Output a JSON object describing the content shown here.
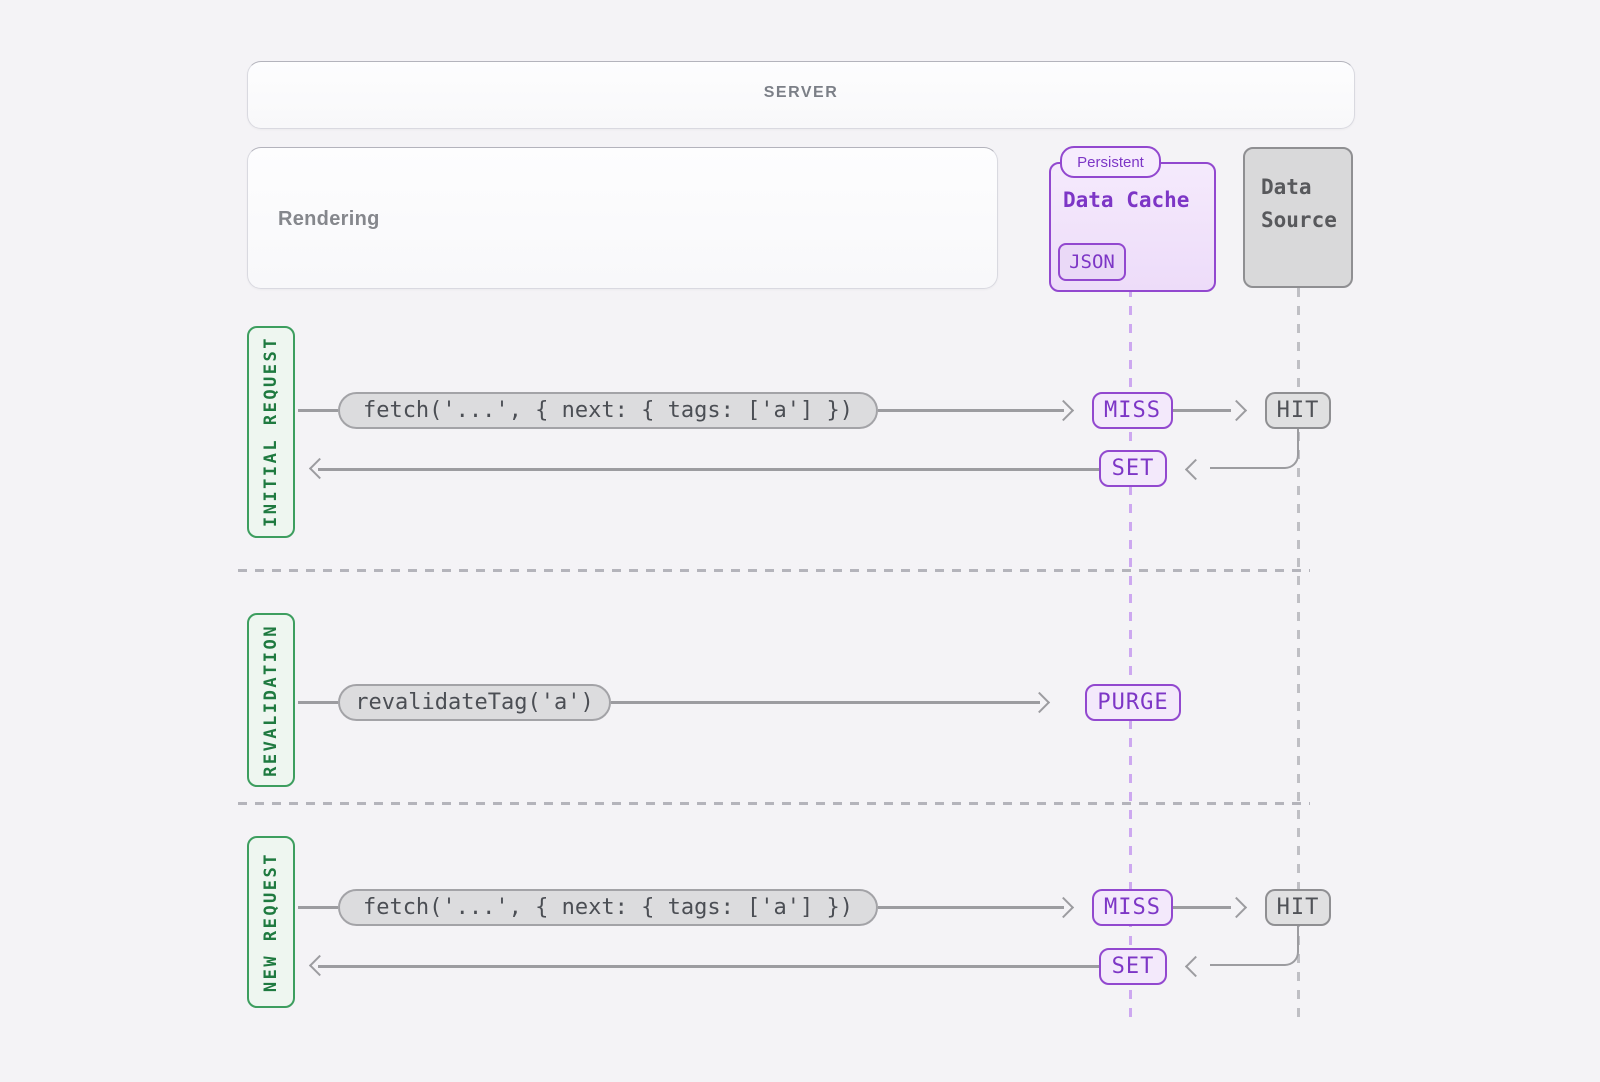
{
  "server": {
    "label": "SERVER"
  },
  "rendering": {
    "label": "Rendering"
  },
  "data_cache": {
    "tag": "Persistent",
    "title": "Data Cache",
    "format_badge": "JSON"
  },
  "data_source": {
    "line1": "Data",
    "line2": "Source"
  },
  "sections": [
    {
      "label": "INITIAL REQUEST",
      "call": "fetch('...', { next: { tags: ['a'] })",
      "cache_badge": "MISS",
      "source_badge": "HIT",
      "write_badge": "SET"
    },
    {
      "label": "REVALIDATION",
      "call": "revalidateTag('a')",
      "cache_badge": "PURGE"
    },
    {
      "label": "NEW REQUEST",
      "call": "fetch('...', { next: { tags: ['a'] })",
      "cache_badge": "MISS",
      "source_badge": "HIT",
      "write_badge": "SET"
    }
  ],
  "colors": {
    "background": "#f4f3f6",
    "purple_border": "#9248cf",
    "purple_text": "#7d36c6",
    "purple_fill": "#f3e9fb",
    "green_border": "#3d9e5f",
    "green_text": "#1f7a40",
    "green_fill": "#eef6f0",
    "gray_border": "#8f8f92",
    "gray_fill": "#e0e0e1",
    "arrow": "#9c9ca0"
  }
}
